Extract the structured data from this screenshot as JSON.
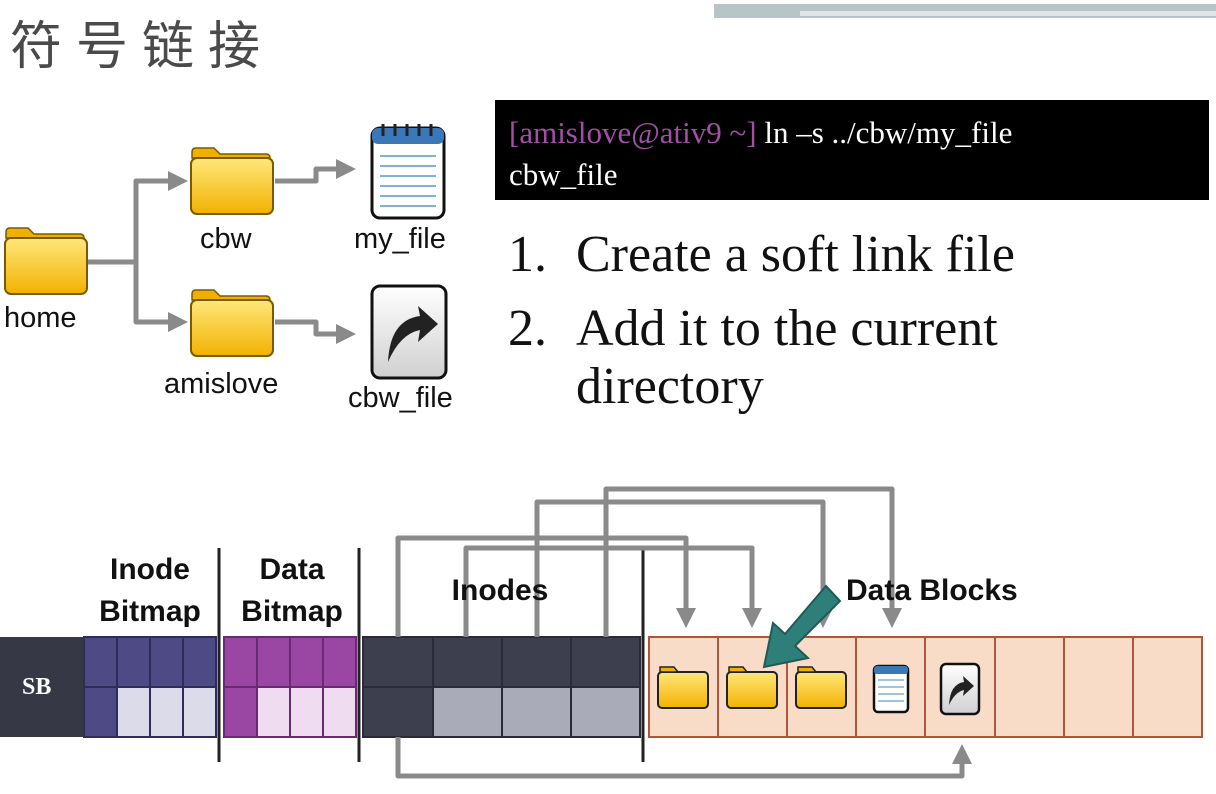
{
  "title": "符号链接",
  "tree": {
    "home": "home",
    "cbw": "cbw",
    "amislove": "amislove",
    "my_file": "my_file",
    "cbw_file": "cbw_file"
  },
  "terminal": {
    "prompt": "[amislove@ativ9 ~]",
    "command": " ln –s ../cbw/my_file",
    "command_cont": "cbw_file"
  },
  "steps": [
    {
      "num": "1.",
      "text": "Create a soft link file"
    },
    {
      "num": "2.",
      "text": "Add it to the current"
    },
    {
      "num": "",
      "text": "directory"
    }
  ],
  "disk": {
    "sb": "SB",
    "inode_bitmap": [
      "Inode",
      "Bitmap"
    ],
    "data_bitmap": [
      "Data",
      "Bitmap"
    ],
    "inodes": "Inodes",
    "data_blocks": "Data Blocks"
  },
  "colors": {
    "sb": "#363945",
    "inode_bitmap": "#4d4a86",
    "inode_bitmap_light": "#dcdbea",
    "data_bitmap": "#9a47a3",
    "data_bitmap_light": "#efdcf0",
    "inodes": "#3d3e4e",
    "inodes_light": "#a9abb8",
    "data_blocks": "#f8dcc8",
    "data_block_border": "#b0553a",
    "arrow": "#8a8a8a",
    "highlight_arrow": "#2e7f7a",
    "terminal_prompt": "#a24fa6"
  }
}
